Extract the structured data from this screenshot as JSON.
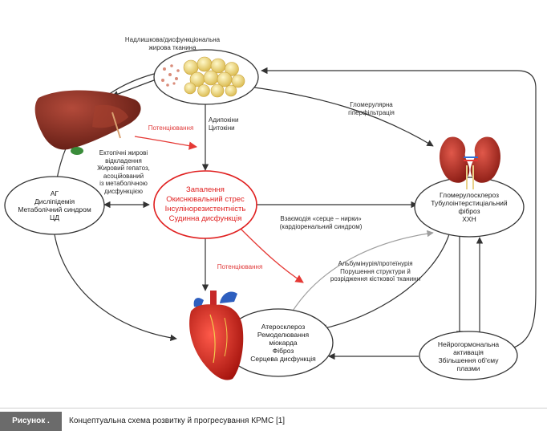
{
  "nodes": {
    "adipose": [
      "Надлишкова/дисфункціональна",
      "жирова тканина"
    ],
    "metabolic": [
      "АГ",
      "Дисліпідемія",
      "Метаболічний синдром",
      "ЦД"
    ],
    "inflammation": [
      "Запалення",
      "Окиснювальний стрес",
      "Інсулінорезистентність",
      "Судинна дисфункція"
    ],
    "kidney": [
      "Гломерулосклероз",
      "Тубулоінтерстиціальний",
      "фіброз",
      "ХХН"
    ],
    "heart": [
      "Атеросклероз",
      "Ремоделювання",
      "міокарда",
      "Фіброз",
      "Серцева дисфункція"
    ],
    "neuro": [
      "Нейрогормональна",
      "активація",
      "Збільшення об'єму",
      "плазми"
    ]
  },
  "labels": {
    "adipokines": [
      "Адипокіни",
      "Цитокіни"
    ],
    "ectopic": [
      "Ектопічні жирові",
      "відкладення",
      "Жировий гепатоз,",
      "асоційований",
      "із метаболічною",
      "дисфункцією"
    ],
    "potentiation_top": "Потенціювання",
    "potentiation_bottom": "Потенціювання",
    "hyperfiltration": [
      "Гломерулярна",
      "гіперфільтрація"
    ],
    "cardiorenal": [
      "Взаємодія «серце – нирки»",
      "(кардіоренальний синдром)"
    ],
    "albuminuria": [
      "Альбумінурія/протеїнурія",
      "Порушення структури й",
      "розрідження кісткової тканини"
    ]
  },
  "caption": {
    "tag": "Рисунок .",
    "text": "Концептуальна схема розвитку й прогресування КРМС [1]"
  },
  "colors": {
    "arrow_dark": "#333333",
    "arrow_red": "#e53935",
    "arrow_gray": "#9e9e9e",
    "caption_tag_bg": "#6b6b6b"
  }
}
